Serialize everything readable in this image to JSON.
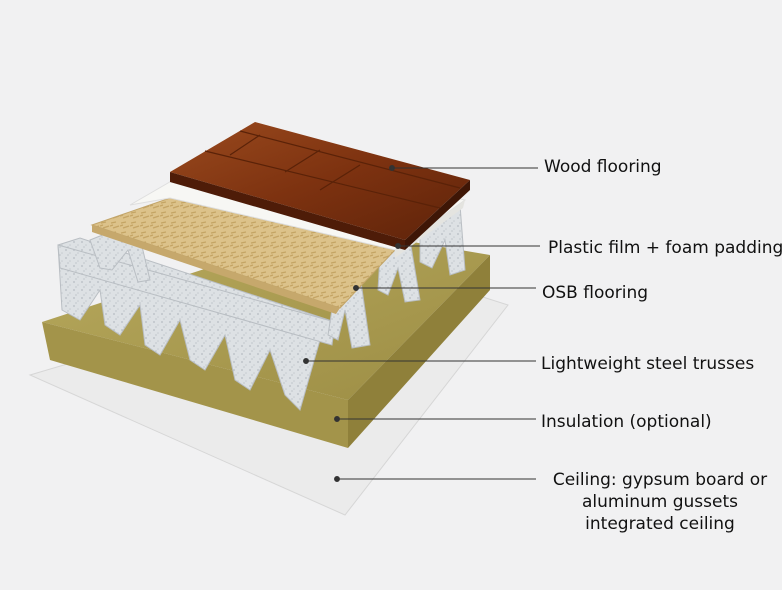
{
  "labels": {
    "wood_flooring": "Wood flooring",
    "plastic_film": "Plastic film + foam padding",
    "osb_flooring": "OSB flooring",
    "steel_trusses": "Lightweight steel trusses",
    "insulation": "Insulation (optional)",
    "ceiling_line1": "Ceiling: gypsum board or",
    "ceiling_line2": "aluminum gussets",
    "ceiling_line3": "integrated ceiling"
  },
  "colors": {
    "background": "#f1f1f2",
    "ceiling_board": "#ebebeb",
    "insulation": "#a89a50",
    "steel_truss": "#d9dde0",
    "osb": "#dcc28a",
    "plastic_film": "#f7f7f4",
    "wood": "#8a3a14",
    "leader_line": "#333333"
  }
}
